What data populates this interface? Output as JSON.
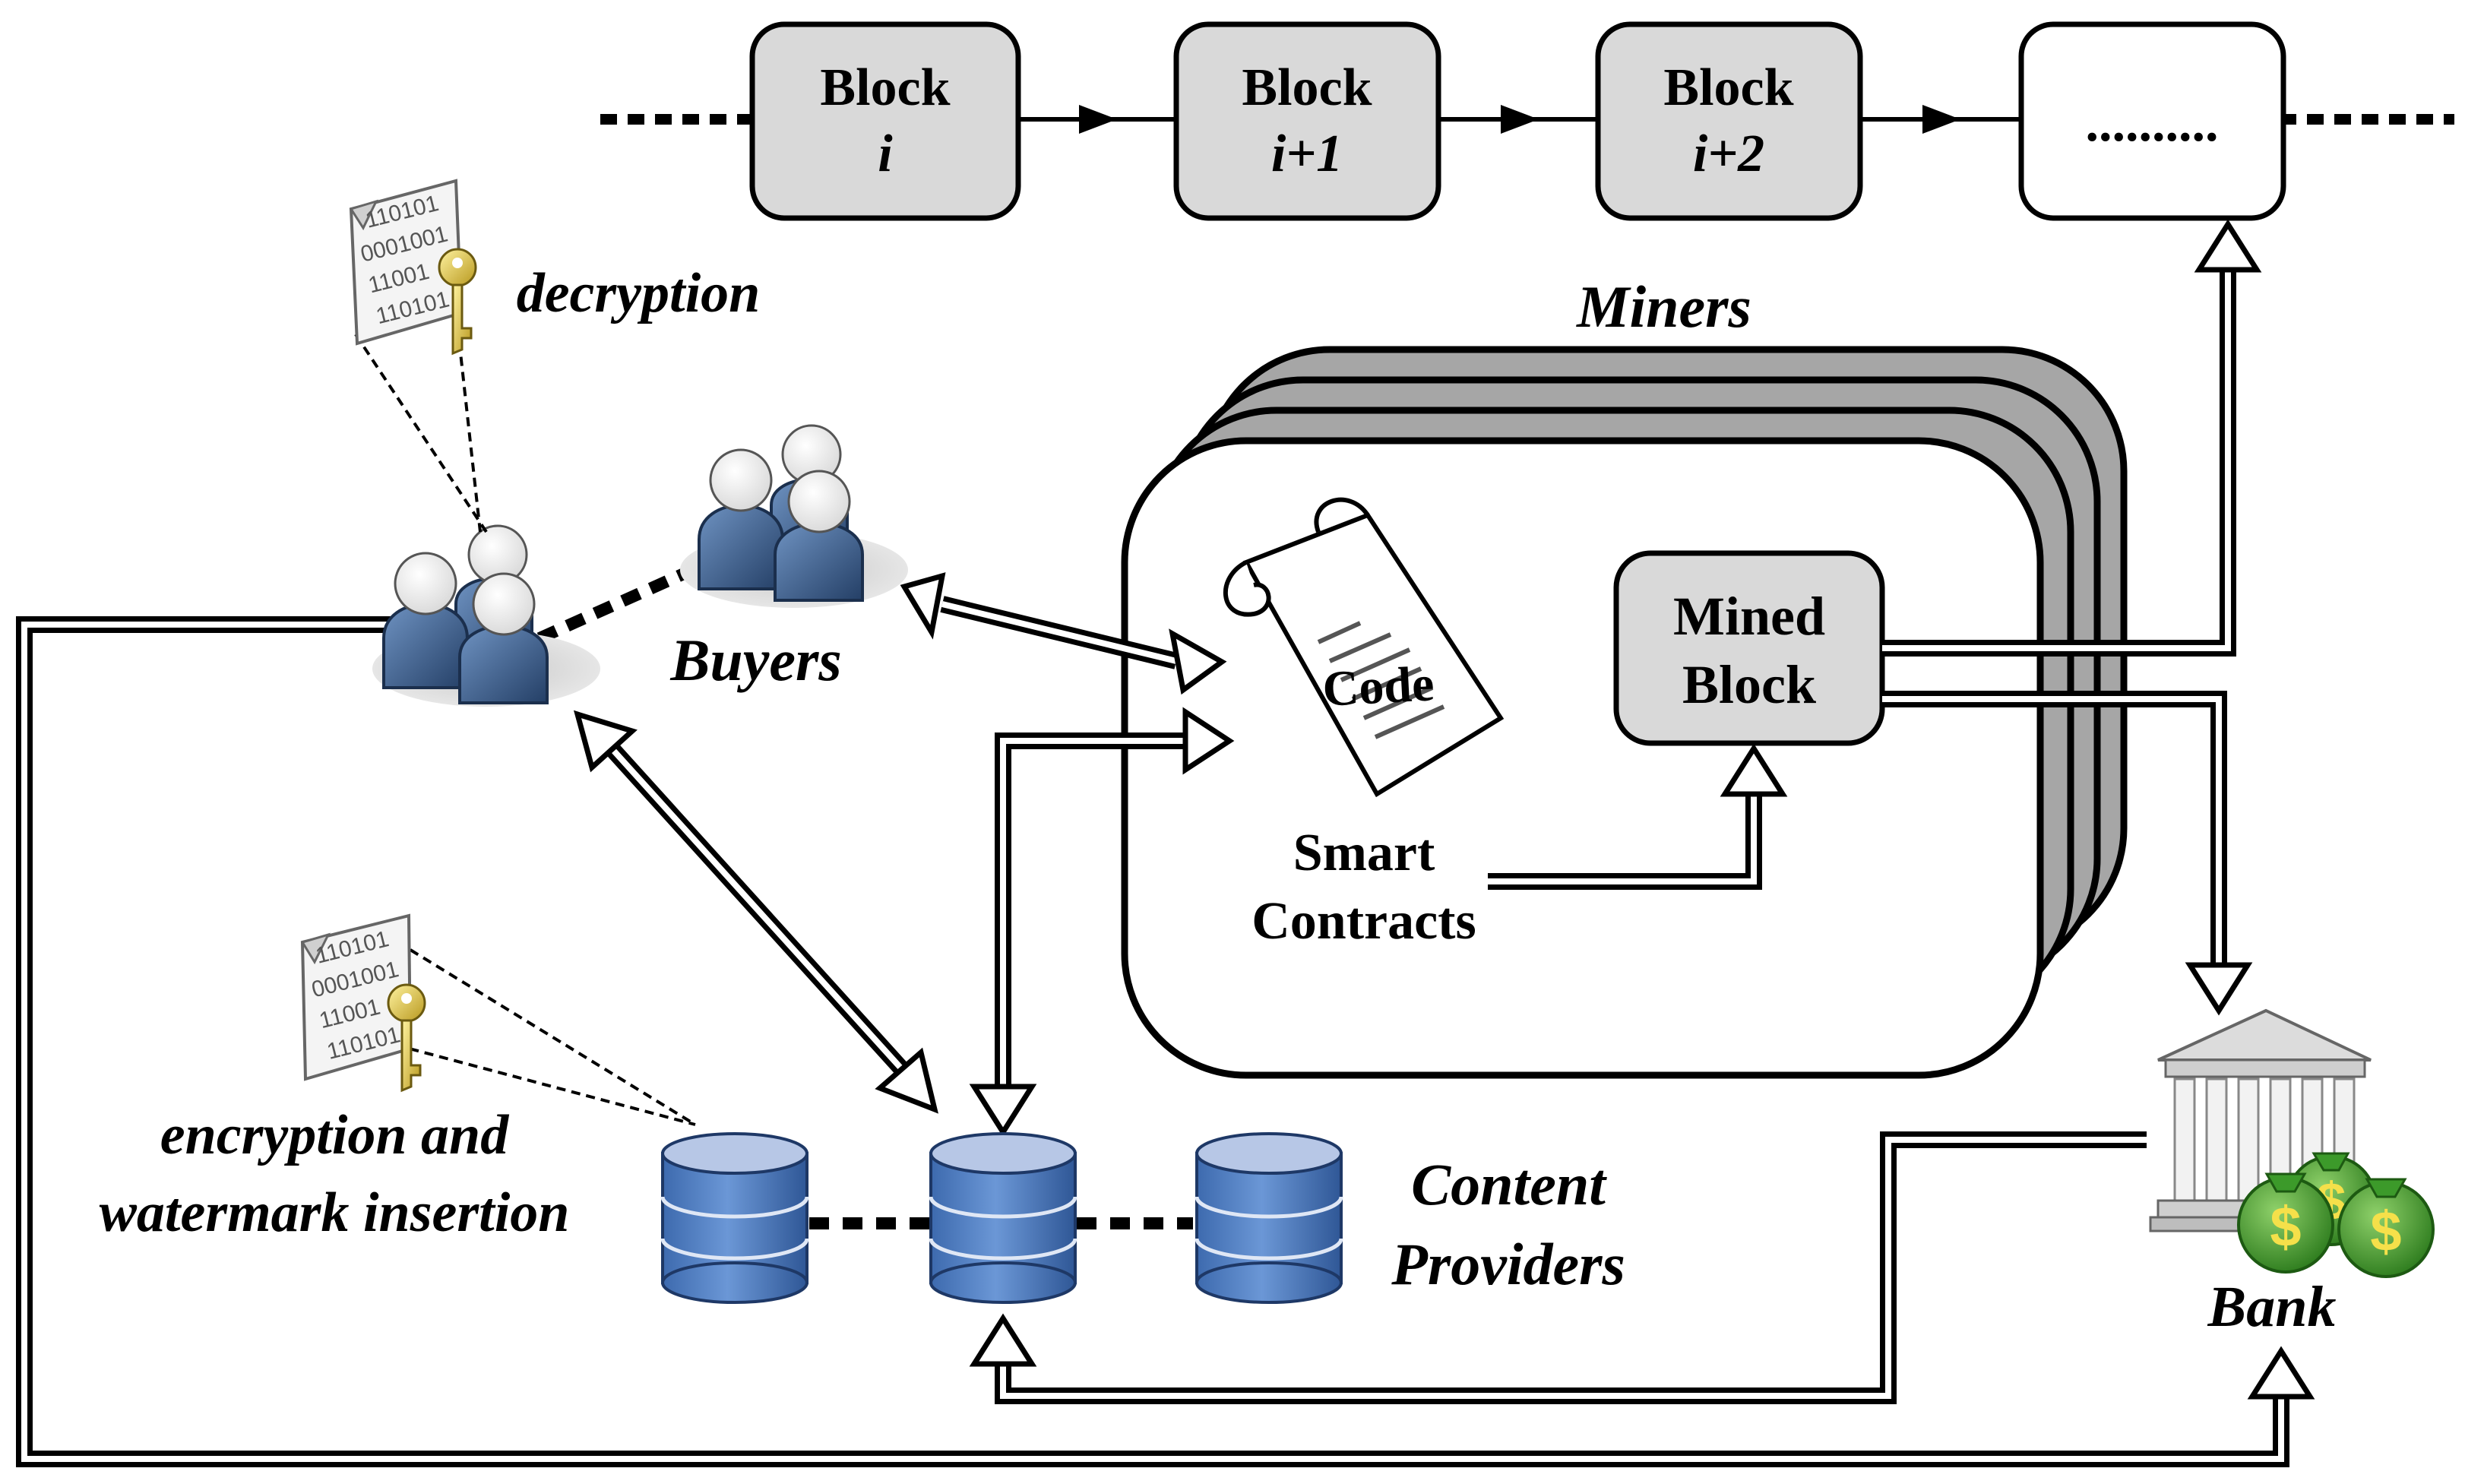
{
  "blockchain": {
    "blocks": [
      {
        "title": "Block",
        "index": "i"
      },
      {
        "title": "Block",
        "index": "i+1"
      },
      {
        "title": "Block",
        "index": "i+2"
      }
    ],
    "ellipsis": ".........."
  },
  "labels": {
    "miners": "Miners",
    "mined_block_line1": "Mined",
    "mined_block_line2": "Block",
    "code": "Code",
    "smart_contracts_line1": "Smart",
    "smart_contracts_line2": "Contracts",
    "buyers": "Buyers",
    "decryption": "decryption",
    "encryption_line1": "encryption and",
    "encryption_line2": "watermark insertion",
    "content_providers_line1": "Content",
    "content_providers_line2": "Providers",
    "bank": "Bank"
  },
  "file_icon_bits": [
    "110101",
    "0001001",
    "11001",
    "110101"
  ],
  "money_symbol": "$",
  "colors": {
    "block_fill": "#d9d9d9",
    "miner_shadow": "#a6a6a6",
    "person_blue": "#3c6494",
    "db_blue": "#4a79bd",
    "db_top": "#b7c7e6",
    "money_green": "#3c9a2a",
    "key_yellow": "#e2c84a"
  }
}
